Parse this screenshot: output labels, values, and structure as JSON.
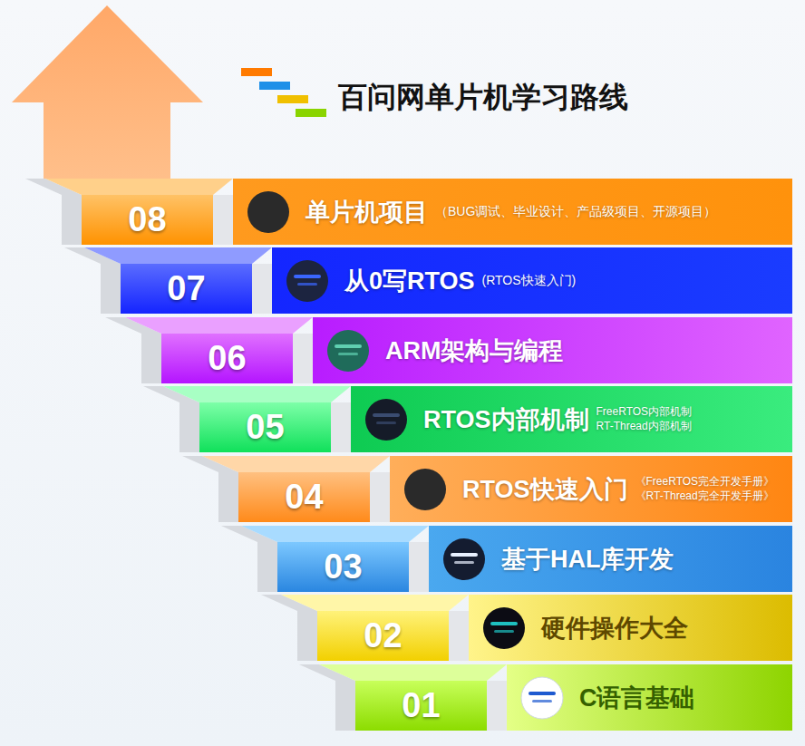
{
  "diagram": {
    "title": "百问网单片机学习路线",
    "nodes": [
      {
        "text": [
          "08"
        ]
      },
      {
        "text": [
          "单片机项目",
          "（BUG调试、毕业设计、产品级项目、开源项目）"
        ]
      },
      {
        "text": [
          "07"
        ]
      },
      {
        "text": [
          "从0写RTOS",
          "(RTOS快速入门)"
        ]
      },
      {
        "text": [
          "06"
        ]
      },
      {
        "text": [
          "ARM架构与编程"
        ]
      },
      {
        "text": [
          "05"
        ]
      },
      {
        "text": [
          "RTOS内部机制",
          "FreeRTOS内部机制",
          "RT-Thread内部机制"
        ]
      },
      {
        "text": [
          "04"
        ]
      },
      {
        "text": [
          "RTOS快速入门",
          "《FreeRTOS完全开发手册》",
          "《RT-Thread完全开发手册》"
        ]
      },
      {
        "text": [
          "03"
        ]
      },
      {
        "text": [
          "基于HAL库开发"
        ]
      },
      {
        "text": [
          "02"
        ]
      },
      {
        "text": [
          "硬件操作大全"
        ]
      },
      {
        "text": [
          "01"
        ]
      },
      {
        "text": [
          "C语言基础"
        ]
      }
    ]
  }
}
